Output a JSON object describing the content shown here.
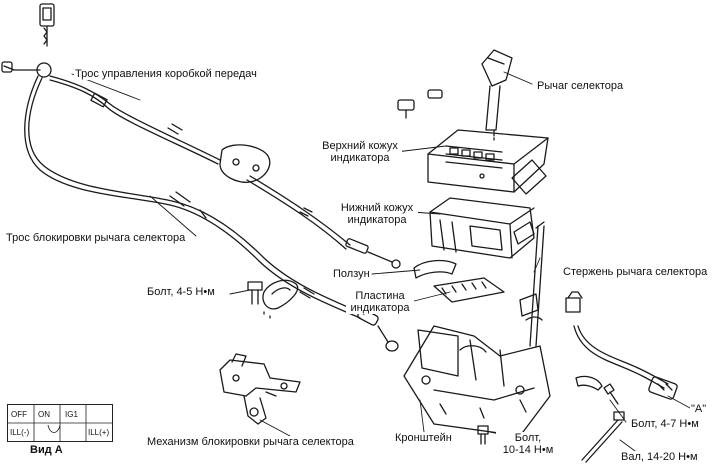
{
  "labels": {
    "gear_cable": "Трос управления коробкой передач",
    "selector_lever": "Рычаг селектора",
    "upper_cover_line1": "Верхний кожух",
    "upper_cover_line2": "индикатора",
    "lower_cover_line1": "Нижний кожух",
    "lower_cover_line2": "индикатора",
    "lock_cable": "Трос блокировки рычага селектора",
    "bolt_4_5": "Болт, 4-5 Н•м",
    "slider": "Ползун",
    "rod": "Стержень рычага селектора",
    "plate_line1": "Пластина",
    "plate_line2": "индикатора",
    "lock_mechanism": "Механизм блокировки рычага селектора",
    "bracket": "Кронштейн",
    "bolt_10_14_line1": "Болт,",
    "bolt_10_14_line2": "10-14 Н•м",
    "bolt_4_7": "Болт, 4-7 Н•м",
    "shaft": "Вал, 14-20 Н•м",
    "view_a_marker": "\"A\""
  },
  "view_a": {
    "title": "Вид А",
    "cells": [
      "OFF",
      "ON",
      "IG1",
      "ILL(-)",
      "ILL(+)"
    ]
  }
}
